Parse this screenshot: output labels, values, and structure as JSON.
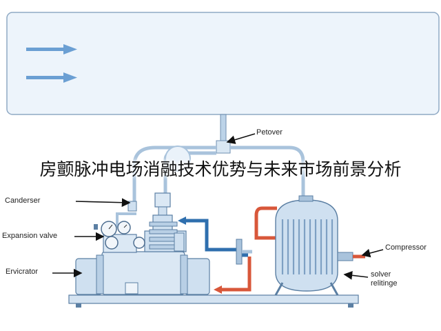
{
  "title": "房颤脉冲电场消融技术优势与未来市场前景分析",
  "labels": {
    "petover": "Petover",
    "canderser": "Canderser",
    "expansion_valve": "Expansion valve",
    "ervicrator": "Ervicrator",
    "compressor": "Compressor",
    "solver_line1": "solver",
    "solver_line2": "relitinge"
  },
  "colors": {
    "panel_fill": "#edf4fb",
    "panel_stroke": "#8fa9c4",
    "equipment_fill": "#cfe0f0",
    "equipment_stroke": "#5b7fa3",
    "hot_pipe": "#d8573a",
    "cold_pipe": "#2f6fae",
    "arrow": "#6b9fd3"
  }
}
